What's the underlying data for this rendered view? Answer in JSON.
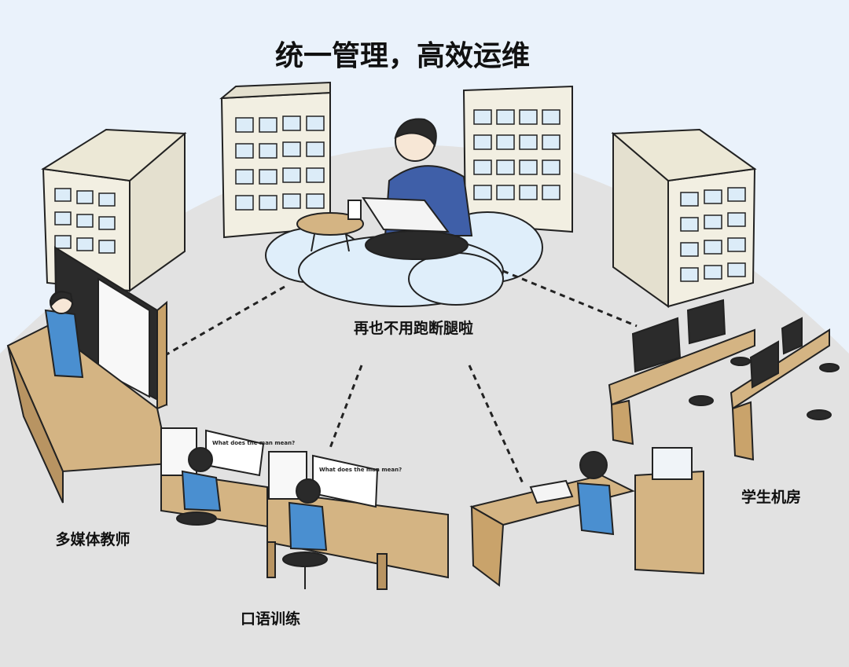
{
  "title": "统一管理，高效运维",
  "labels": {
    "cloud": "再也不用跑断腿啦",
    "teacher": "多媒体教师",
    "speaking": "口语训练",
    "lab": "学生机房"
  },
  "monitor_question": "What does the man mean?",
  "colors": {
    "sky": "#eaf2fb",
    "ground": "#e2e2e2",
    "desk": "#d4b483",
    "shirt": "#4a8fd0",
    "building": "#f2efe2",
    "window": "#dcecf8"
  }
}
